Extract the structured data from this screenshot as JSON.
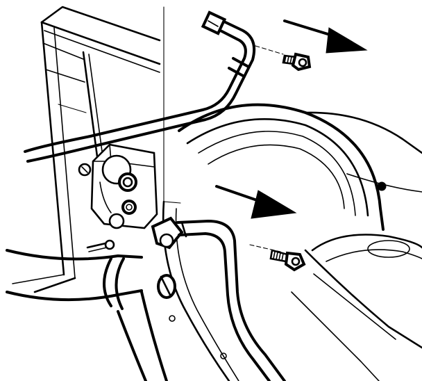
{
  "figure": {
    "background": "#ffffff",
    "ink": "#000000",
    "parts": [
      "condenser-frame",
      "upper-ac-line",
      "lower-ac-line",
      "fan-shroud",
      "mounting-block",
      "bolt",
      "direction-arrow"
    ]
  }
}
